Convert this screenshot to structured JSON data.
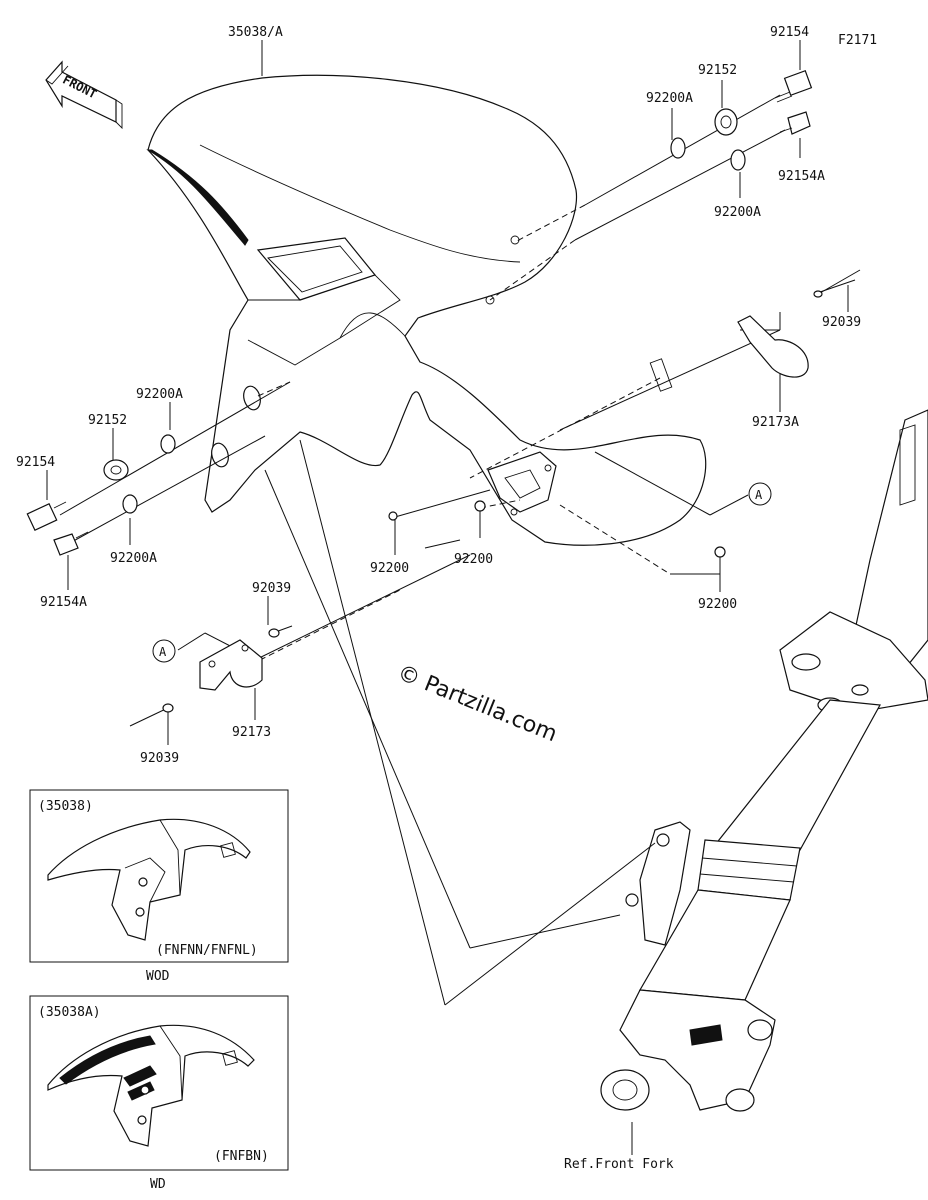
{
  "figure_code": "F2171",
  "direction_label": "FRONT",
  "watermark": "© Partzilla.com",
  "ref_label": "Ref.Front Fork",
  "callout_letter": "A",
  "labels": {
    "fender": "35038/A",
    "bolt_top": "92154",
    "collar_top": "92152",
    "washer_top_left": "92200A",
    "bolt_top_a": "92154A",
    "washer_top_right": "92200A",
    "pin_right": "92039",
    "clamp_right": "92173A",
    "washer_left_upper": "92200A",
    "collar_left": "92152",
    "bolt_left": "92154",
    "washer_left_lower": "92200A",
    "bolt_left_a": "92154A",
    "nut_a": "92200",
    "nut_b": "92200",
    "nut_c": "92200",
    "pin_left_top": "92039",
    "clamp_left": "92173",
    "pin_left_bottom": "92039"
  },
  "insets": [
    {
      "code": "(35038)",
      "variant": "(FNFNN/FNFNL)",
      "caption": "WOD"
    },
    {
      "code": "(35038A)",
      "variant": "(FNFBN)",
      "caption": "WD"
    }
  ]
}
